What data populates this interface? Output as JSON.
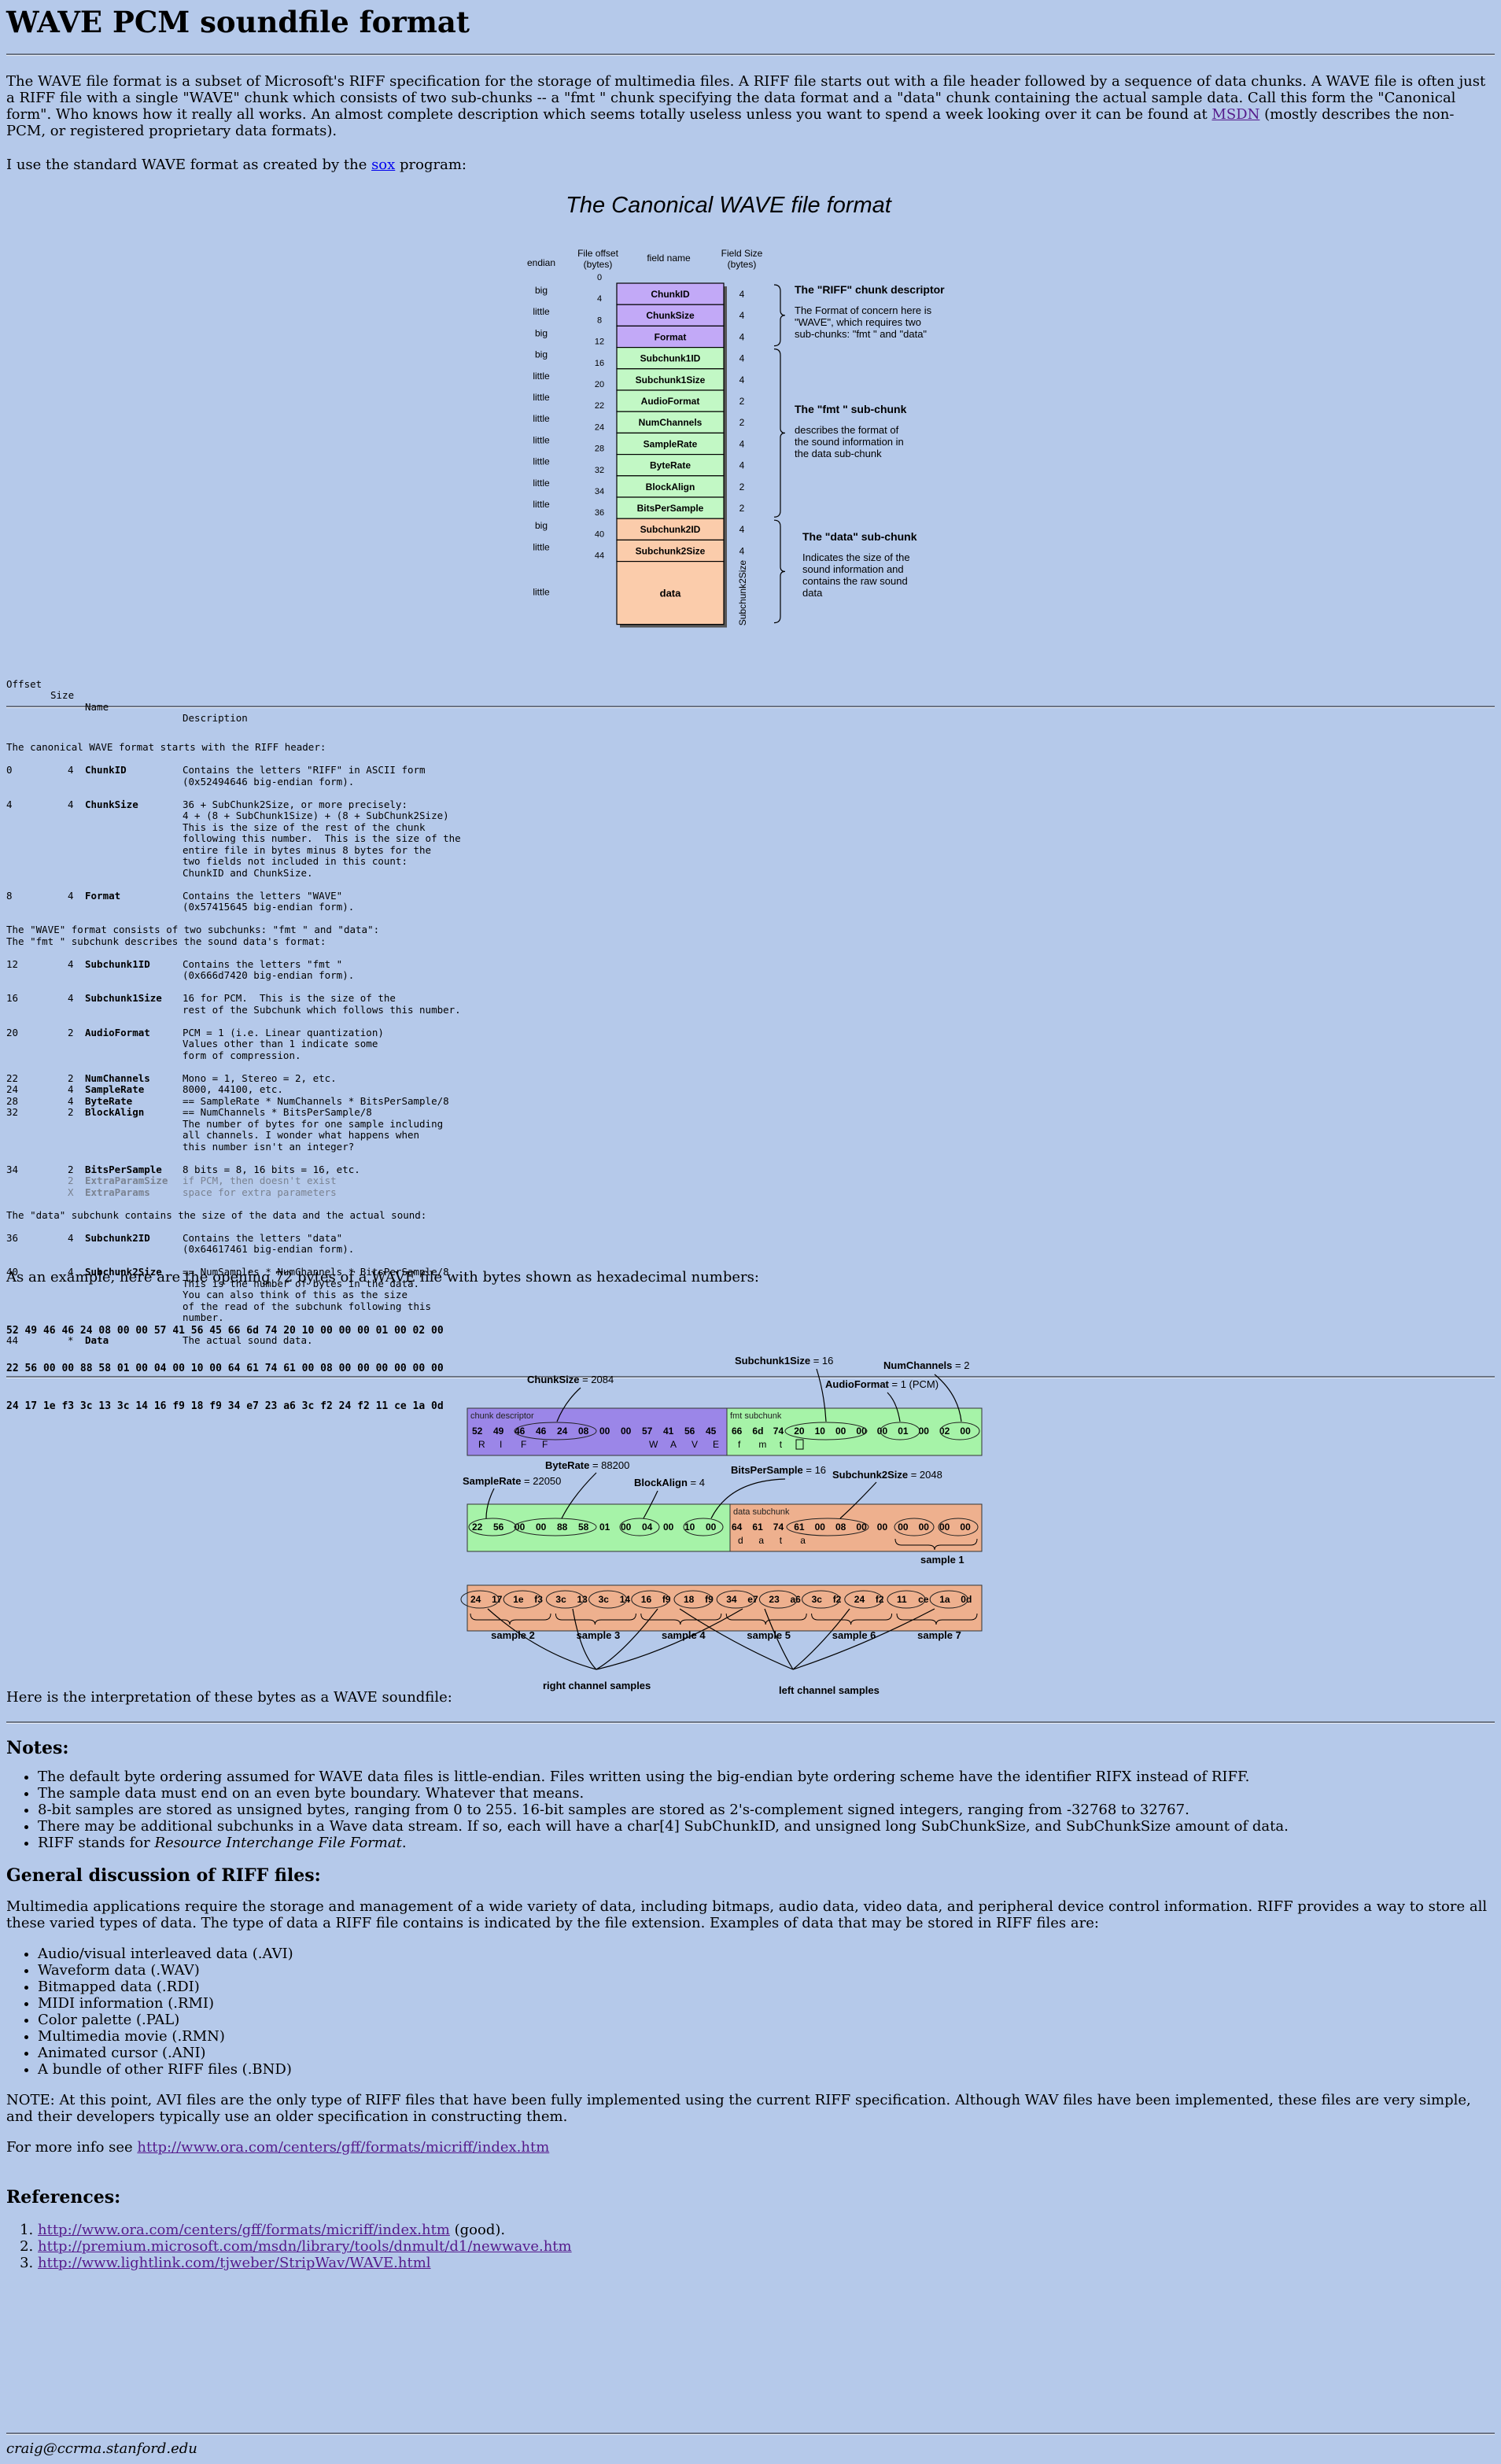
{
  "page": {
    "title": "WAVE PCM soundfile format"
  },
  "intro": {
    "p1_a": "The WAVE file format is a subset of Microsoft's RIFF specification for the storage of multimedia files. A RIFF file starts out with a file header followed by a sequence of data chunks. A WAVE file is often just a RIFF file with a single \"WAVE\" chunk which consists of two sub-chunks -- a \"fmt \" chunk specifying the data format and a \"data\" chunk containing the actual sample data. Call this form the \"Canonical form\". Who knows how it really all works. An almost complete description which seems totally useless unless you want to spend a week looking over it can be found at ",
    "p1_link": "MSDN",
    "p1_b": " (mostly describes the non-PCM, or registered proprietary data formats).",
    "p2_a": "I use the standard WAVE format as created by the ",
    "p2_link": "sox",
    "p2_b": " program:"
  },
  "canonical": {
    "title": "The Canonical WAVE file format",
    "hdr_endian": "endian",
    "hdr_offset1": "File offset",
    "hdr_offset2": "(bytes)",
    "hdr_field": "field name",
    "hdr_size1": "Field Size",
    "hdr_size2": "(bytes)",
    "offsets": [
      "0",
      "4",
      "8",
      "12",
      "16",
      "20",
      "22",
      "24",
      "28",
      "32",
      "34",
      "36",
      "40",
      "44"
    ],
    "rows": [
      {
        "endian": "big",
        "name": "ChunkID",
        "size": "4",
        "group": "riff"
      },
      {
        "endian": "little",
        "name": "ChunkSize",
        "size": "4",
        "group": "riff"
      },
      {
        "endian": "big",
        "name": "Format",
        "size": "4",
        "group": "riff"
      },
      {
        "endian": "big",
        "name": "Subchunk1ID",
        "size": "4",
        "group": "fmt"
      },
      {
        "endian": "little",
        "name": "Subchunk1Size",
        "size": "4",
        "group": "fmt"
      },
      {
        "endian": "little",
        "name": "AudioFormat",
        "size": "2",
        "group": "fmt"
      },
      {
        "endian": "little",
        "name": "NumChannels",
        "size": "2",
        "group": "fmt"
      },
      {
        "endian": "little",
        "name": "SampleRate",
        "size": "4",
        "group": "fmt"
      },
      {
        "endian": "little",
        "name": "ByteRate",
        "size": "4",
        "group": "fmt"
      },
      {
        "endian": "little",
        "name": "BlockAlign",
        "size": "2",
        "group": "fmt"
      },
      {
        "endian": "little",
        "name": "BitsPerSample",
        "size": "2",
        "group": "fmt"
      },
      {
        "endian": "big",
        "name": "Subchunk2ID",
        "size": "4",
        "group": "data"
      },
      {
        "endian": "little",
        "name": "Subchunk2Size",
        "size": "4",
        "group": "data"
      }
    ],
    "data_row": {
      "endian": "little",
      "name": "data",
      "size": "Subchunk2Size"
    },
    "riff_title": "The \"RIFF\" chunk descriptor",
    "riff_desc": [
      "The Format of concern here is",
      "\"WAVE\", which requires two",
      "sub-chunks: \"fmt \" and \"data\""
    ],
    "fmt_title": "The \"fmt \" sub-chunk",
    "fmt_desc": [
      "describes the format of",
      "the sound information in",
      "the data sub-chunk"
    ],
    "data_title": "The \"data\" sub-chunk",
    "data_desc": [
      "Indicates the size of the",
      "sound information and",
      "contains the raw sound",
      "data"
    ],
    "colors": {
      "riff": "#c2a9f7",
      "fmt": "#c2f8c5",
      "data": "#fbccab"
    }
  },
  "table": {
    "header": {
      "offset": "Offset",
      "size": "Size",
      "name": "Name",
      "desc": "Description"
    },
    "intro1": "The canonical WAVE format starts with the RIFF header:",
    "block1": [
      {
        "o": "0",
        "s": "4",
        "n": "ChunkID",
        "d": [
          "Contains the letters \"RIFF\" in ASCII form",
          "(0x52494646 big-endian form)."
        ]
      },
      {
        "o": "4",
        "s": "4",
        "n": "ChunkSize",
        "d": [
          "36 + SubChunk2Size, or more precisely:",
          "4 + (8 + SubChunk1Size) + (8 + SubChunk2Size)",
          "This is the size of the rest of the chunk",
          "following this number.  This is the size of the",
          "entire file in bytes minus 8 bytes for the",
          "two fields not included in this count:",
          "ChunkID and ChunkSize."
        ]
      },
      {
        "o": "8",
        "s": "4",
        "n": "Format",
        "d": [
          "Contains the letters \"WAVE\"",
          "(0x57415645 big-endian form)."
        ]
      }
    ],
    "intro2a": "The \"WAVE\" format consists of two subchunks: \"fmt \" and \"data\":",
    "intro2b": "The \"fmt \" subchunk describes the sound data's format:",
    "block2": [
      {
        "o": "12",
        "s": "4",
        "n": "Subchunk1ID",
        "d": [
          "Contains the letters \"fmt \"",
          "(0x666d7420 big-endian form)."
        ],
        "gap": true
      },
      {
        "o": "16",
        "s": "4",
        "n": "Subchunk1Size",
        "d": [
          "16 for PCM.  This is the size of the",
          "rest of the Subchunk which follows this number."
        ],
        "gap": true
      },
      {
        "o": "20",
        "s": "2",
        "n": "AudioFormat",
        "d": [
          "PCM = 1 (i.e. Linear quantization)",
          "Values other than 1 indicate some",
          "form of compression."
        ],
        "gap": true
      },
      {
        "o": "22",
        "s": "2",
        "n": "NumChannels",
        "d": [
          "Mono = 1, Stereo = 2, etc."
        ]
      },
      {
        "o": "24",
        "s": "4",
        "n": "SampleRate",
        "d": [
          "8000, 44100, etc."
        ]
      },
      {
        "o": "28",
        "s": "4",
        "n": "ByteRate",
        "d": [
          "== SampleRate * NumChannels * BitsPerSample/8"
        ]
      },
      {
        "o": "32",
        "s": "2",
        "n": "BlockAlign",
        "d": [
          "== NumChannels * BitsPerSample/8",
          "The number of bytes for one sample including",
          "all channels. I wonder what happens when",
          "this number isn't an integer?"
        ],
        "gap": true
      },
      {
        "o": "34",
        "s": "2",
        "n": "BitsPerSample",
        "d": [
          "8 bits = 8, 16 bits = 16, etc."
        ]
      },
      {
        "o": "",
        "s": "2",
        "n": "ExtraParamSize",
        "d": [
          "if PCM, then doesn't exist"
        ],
        "grey": true
      },
      {
        "o": "",
        "s": "X",
        "n": "ExtraParams",
        "d": [
          "space for extra parameters"
        ],
        "grey": true,
        "gap": true
      }
    ],
    "intro3": "The \"data\" subchunk contains the size of the data and the actual sound:",
    "block3": [
      {
        "o": "36",
        "s": "4",
        "n": "Subchunk2ID",
        "d": [
          "Contains the letters \"data\"",
          "(0x64617461 big-endian form)."
        ],
        "gap": true
      },
      {
        "o": "40",
        "s": "4",
        "n": "Subchunk2Size",
        "d": [
          "== NumSamples * NumChannels * BitsPerSample/8",
          "This is the number of bytes in the data.",
          "You can also think of this as the size",
          "of the read of the subchunk following this",
          "number."
        ],
        "gap": true
      },
      {
        "o": "44",
        "s": "*",
        "n": "Data",
        "d": [
          "The actual sound data."
        ]
      }
    ]
  },
  "example": {
    "intro": "As an example, here are the opening 72 bytes of a WAVE file with bytes shown as hexadecimal numbers:",
    "hex": [
      "52 49 46 46 24 08 00 00 57 41 56 45 66 6d 74 20 10 00 00 00 01 00 02 00",
      "22 56 00 00 88 58 01 00 04 00 10 00 64 61 74 61 00 08 00 00 00 00 00 00",
      "24 17 1e f3 3c 13 3c 14 16 f9 18 f9 34 e7 23 a6 3c f2 24 f2 11 ce 1a 0d"
    ],
    "after": "Here is the interpretation of these bytes as a WAVE soundfile:"
  },
  "figure2": {
    "chunk_descriptor": "chunk descriptor",
    "fmt_subchunk": "fmt subchunk",
    "data_subchunk": "data subchunk",
    "row1_bytes_a": [
      "52",
      "49",
      "46",
      "46",
      "24",
      "08",
      "00",
      "00",
      "57",
      "41",
      "56",
      "45"
    ],
    "row1_letters_a": [
      "R",
      "I",
      "F",
      "F",
      "W",
      "A",
      "V",
      "E"
    ],
    "row1_bytes_b": [
      "66",
      "6d",
      "74",
      "20",
      "10",
      "00",
      "00",
      "00",
      "01",
      "00",
      "02",
      "00"
    ],
    "row1_letters_b": [
      "f",
      "m",
      "t"
    ],
    "row2_bytes_a": [
      "22",
      "56",
      "00",
      "00",
      "88",
      "58",
      "01",
      "00",
      "04",
      "00",
      "10",
      "00"
    ],
    "row2_bytes_b": [
      "64",
      "61",
      "74",
      "61",
      "00",
      "08",
      "00",
      "00",
      "00",
      "00",
      "00",
      "00"
    ],
    "row2_letters_b": [
      "d",
      "a",
      "t",
      "a"
    ],
    "row3_bytes": [
      "24",
      "17",
      "1e",
      "f3",
      "3c",
      "13",
      "3c",
      "14",
      "16",
      "f9",
      "18",
      "f9",
      "34",
      "e7",
      "23",
      "a6",
      "3c",
      "f2",
      "24",
      "f2",
      "11",
      "ce",
      "1a",
      "0d"
    ],
    "ann": {
      "chunksize_k": "ChunkSize",
      "chunksize_v": " = 2084",
      "sub1size_k": "Subchunk1Size",
      "sub1size_v": " = 16",
      "numch_k": "NumChannels",
      "numch_v": " = 2",
      "audiofmt_k": "AudioFormat",
      "audiofmt_v": " = 1 (PCM)",
      "byterate_k": "ByteRate",
      "byterate_v": " = 88200",
      "samplerate_k": "SampleRate",
      "samplerate_v": " = 22050",
      "blockalign_k": "BlockAlign",
      "blockalign_v": " = 4",
      "bits_k": "BitsPerSample",
      "bits_v": " = 16",
      "sub2size_k": "Subchunk2Size",
      "sub2size_v": " = 2048",
      "sample1": "sample 1",
      "samples": [
        "sample 2",
        "sample 3",
        "sample 4",
        "sample 5",
        "sample 6",
        "sample 7"
      ],
      "right": "right channel samples",
      "left": "left channel samples"
    }
  },
  "notes": {
    "heading": "Notes:",
    "items": [
      "The default byte ordering assumed for WAVE data files is little-endian. Files written using the big-endian byte ordering scheme have the identifier RIFX instead of RIFF.",
      "The sample data must end on an even byte boundary. Whatever that means.",
      "8-bit samples are stored as unsigned bytes, ranging from 0 to 255. 16-bit samples are stored as 2's-complement signed integers, ranging from -32768 to 32767.",
      "There may be additional subchunks in a Wave data stream. If so, each will have a char[4] SubChunkID, and unsigned long SubChunkSize, and SubChunkSize amount of data."
    ],
    "riff_a": "RIFF stands for ",
    "riff_em": "Resource Interchange File Format",
    "riff_b": "."
  },
  "riff": {
    "heading": "General discussion of RIFF files:",
    "para": "Multimedia applications require the storage and management of a wide variety of data, including bitmaps, audio data, video data, and peripheral device control information. RIFF provides a way to store all these varied types of data. The type of data a RIFF file contains is indicated by the file extension. Examples of data that may be stored in RIFF files are:",
    "items": [
      "Audio/visual interleaved data (.AVI)",
      "Waveform data (.WAV)",
      "Bitmapped data (.RDI)",
      "MIDI information (.RMI)",
      "Color palette (.PAL)",
      "Multimedia movie (.RMN)",
      "Animated cursor (.ANI)",
      "A bundle of other RIFF files (.BND)"
    ],
    "note": "NOTE: At this point, AVI files are the only type of RIFF files that have been fully implemented using the current RIFF specification. Although WAV files have been implemented, these files are very simple, and their developers typically use an older specification in constructing them.",
    "more_a": "For more info see ",
    "more_link": "http://www.ora.com/centers/gff/formats/micriff/index.htm"
  },
  "refs": {
    "heading": "References:",
    "items": [
      {
        "link": "http://www.ora.com/centers/gff/formats/micriff/index.htm",
        "suffix": " (good)."
      },
      {
        "link": "http://premium.microsoft.com/msdn/library/tools/dnmult/d1/newwave.htm",
        "suffix": ""
      },
      {
        "link": "http://www.lightlink.com/tjweber/StripWav/WAVE.html",
        "suffix": ""
      }
    ]
  },
  "footer": {
    "email": "craig@ccrma.stanford.edu"
  }
}
